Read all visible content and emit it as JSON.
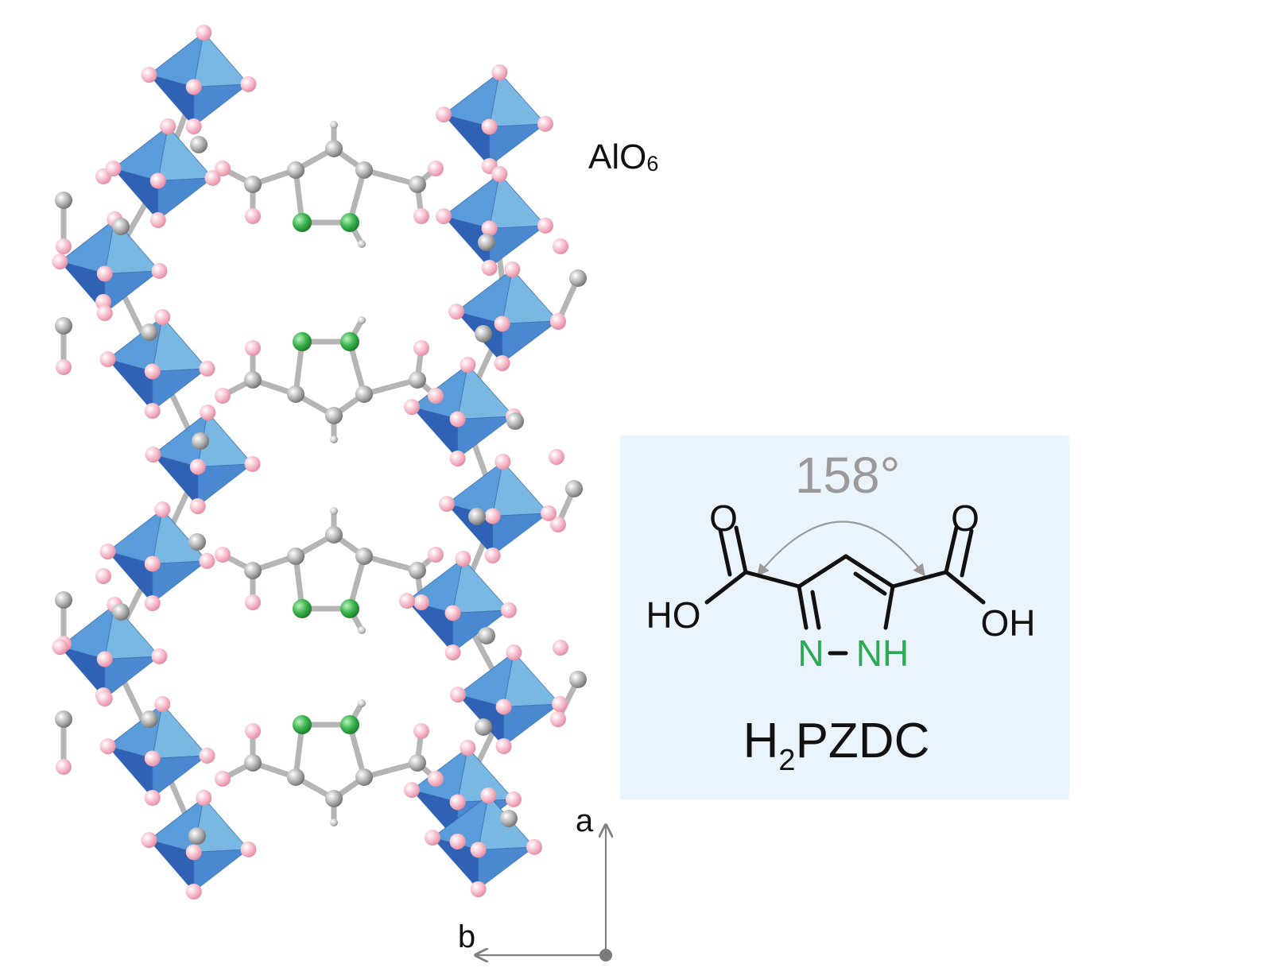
{
  "labels": {
    "polyhedron_label": "AlO",
    "polyhedron_subscript": "6",
    "angle": "158°",
    "oxygen_left": "O",
    "oxygen_right": "O",
    "hydroxyl_left": "HO",
    "hydroxyl_right": "OH",
    "nitrogen_left": "N",
    "nitrogen_right": "NH",
    "compound_h": "H",
    "compound_subscript": "2",
    "compound_rest": "PZDC",
    "axis_a": "a",
    "axis_b": "b"
  },
  "colors": {
    "oxygen": "#f4b6c2",
    "carbon": "#a9a9a9",
    "nitrogen": "#3cb44b",
    "polyhedron_dark": "#3d74c4",
    "polyhedron_mid": "#5a9bd9",
    "polyhedron_light": "#a9d6ea",
    "panel_background": "#eaf4fc",
    "heteroatom_text": "#2eaa55",
    "angle_text": "#9a9a9a",
    "axis": "#808080"
  }
}
